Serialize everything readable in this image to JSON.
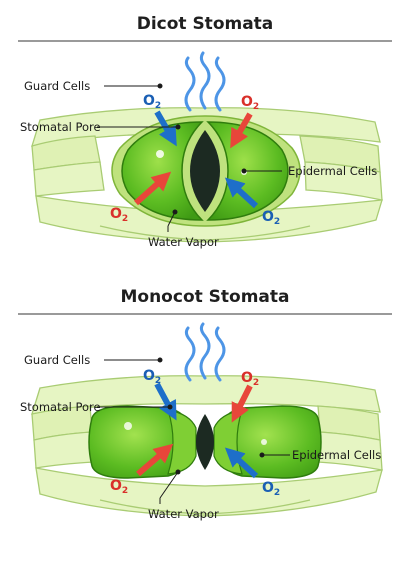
{
  "colors": {
    "blue_arrow": "#1e6fc9",
    "red_arrow": "#e8463a",
    "o2_blue": "#1a5fb4",
    "o2_red": "#d9302a",
    "epidermal_fill": "#e6f5c3",
    "guard_cell_green": "#5fbf25",
    "pore": "#1c2a22",
    "vapor": "#4d95e6"
  },
  "panels": [
    {
      "title": "Dicot Stomata",
      "labels": {
        "guard_cells": "Guard Cells",
        "stomatal_pore": "Stomatal Pore",
        "epidermal_cells": "Epidermal Cells",
        "water_vapor": "Water Vapor"
      },
      "o2": {
        "main": "O",
        "sub": "2"
      }
    },
    {
      "title": "Monocot Stomata",
      "labels": {
        "guard_cells": "Guard Cells",
        "stomatal_pore": "Stomatal Pore",
        "epidermal_cells": "Epidermal Cells",
        "water_vapor": "Water Vapor"
      },
      "o2": {
        "main": "O",
        "sub": "2"
      }
    }
  ]
}
